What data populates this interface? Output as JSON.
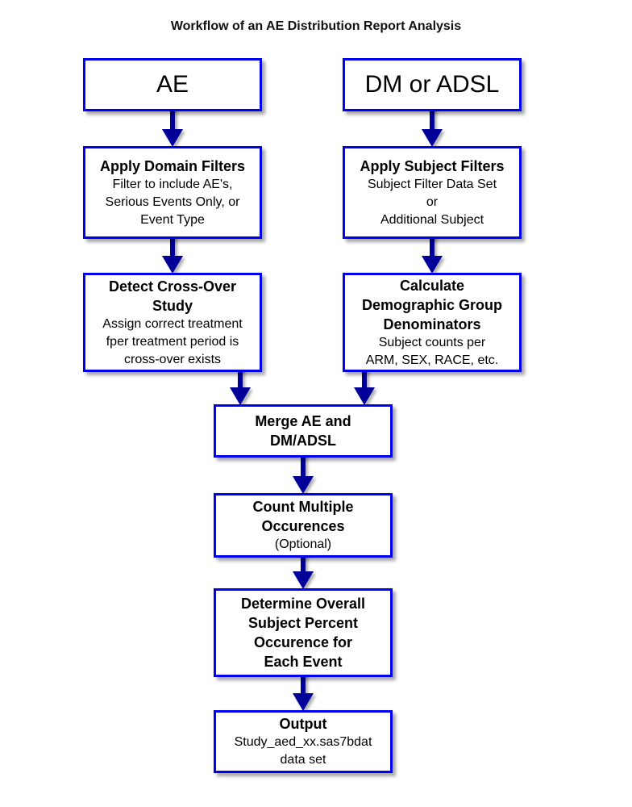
{
  "title": "Workflow of an AE Distribution Report Analysis",
  "colors": {
    "box_border": "#0000ee",
    "arrow": "#000099",
    "text": "#000000"
  },
  "nodes": {
    "ae": {
      "label": "AE"
    },
    "dm": {
      "label": "DM or ADSL"
    },
    "domain_filters": {
      "heading": "Apply Domain Filters",
      "lines": [
        "Filter to include AE's,",
        "Serious Events Only, or",
        "Event Type"
      ]
    },
    "subject_filters": {
      "heading": "Apply Subject Filters",
      "lines": [
        "Subject Filter Data Set",
        "or",
        "Additional Subject"
      ]
    },
    "cross_over": {
      "heading_lines": [
        "Detect Cross-Over",
        "Study"
      ],
      "lines": [
        "Assign correct treatment",
        "fper treatment period is",
        "cross-over exists"
      ]
    },
    "denominators": {
      "heading_lines": [
        "Calculate",
        "Demographic Group",
        "Denominators"
      ],
      "lines": [
        "Subject counts per",
        "ARM, SEX, RACE, etc."
      ]
    },
    "merge": {
      "heading_lines": [
        "Merge AE and",
        "DM/ADSL"
      ]
    },
    "count_multiple": {
      "heading_lines": [
        "Count Multiple",
        "Occurences"
      ],
      "lines": [
        "(Optional)"
      ]
    },
    "overall_percent": {
      "heading_lines": [
        "Determine Overall",
        "Subject Percent",
        "Occurence for",
        "Each Event"
      ]
    },
    "output": {
      "heading": "Output",
      "lines": [
        "Study_aed_xx.sas7bdat",
        "data set"
      ]
    }
  },
  "edges": [
    {
      "from": "ae",
      "to": "domain_filters"
    },
    {
      "from": "dm",
      "to": "subject_filters"
    },
    {
      "from": "domain_filters",
      "to": "cross_over"
    },
    {
      "from": "subject_filters",
      "to": "denominators"
    },
    {
      "from": "cross_over",
      "to": "merge"
    },
    {
      "from": "denominators",
      "to": "merge"
    },
    {
      "from": "merge",
      "to": "count_multiple"
    },
    {
      "from": "count_multiple",
      "to": "overall_percent"
    },
    {
      "from": "overall_percent",
      "to": "output"
    }
  ]
}
